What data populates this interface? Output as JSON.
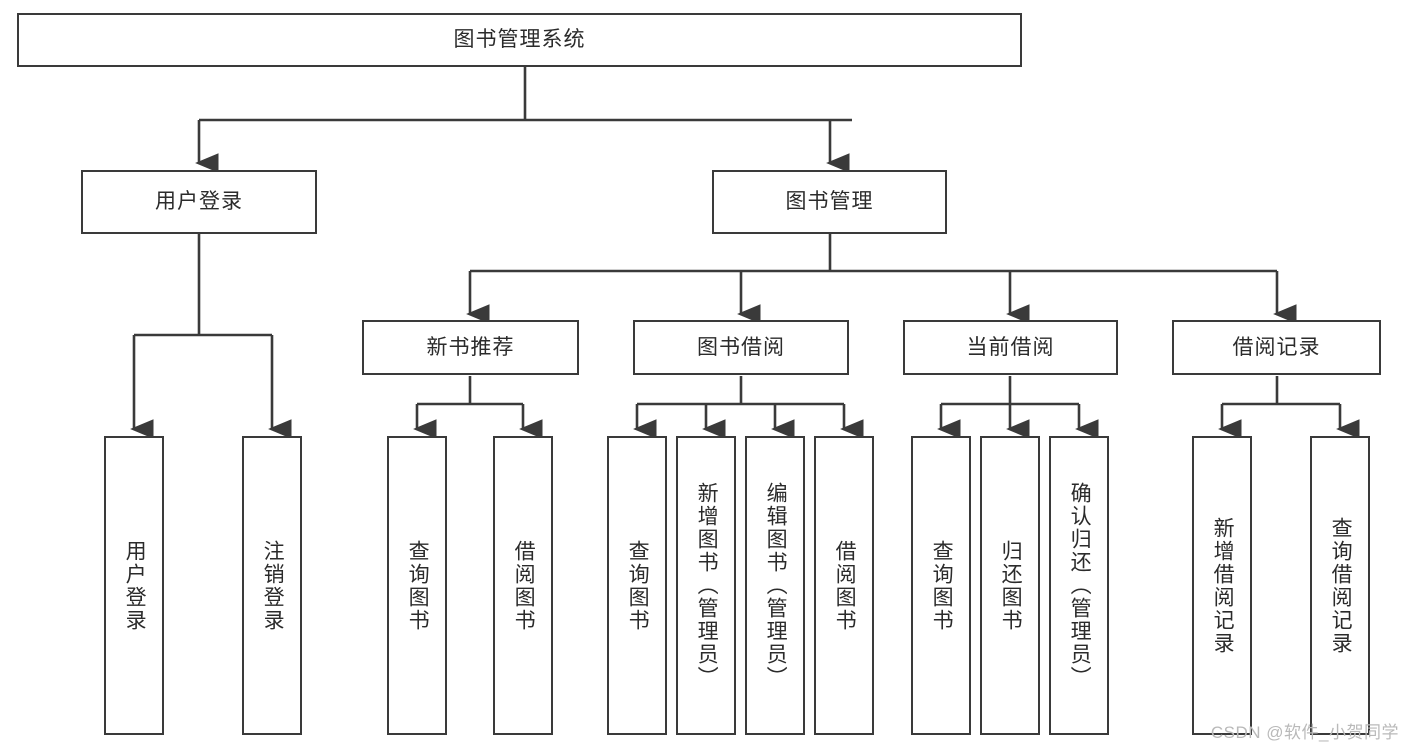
{
  "diagram": {
    "title": "图书管理系统",
    "type": "tree-hierarchy",
    "root": {
      "label": "图书管理系统"
    },
    "level1": [
      {
        "id": "user-login",
        "label": "用户登录"
      },
      {
        "id": "book-manage",
        "label": "图书管理"
      }
    ],
    "level2": [
      {
        "id": "new-book-recommend",
        "label": "新书推荐",
        "parent": "book-manage"
      },
      {
        "id": "book-borrow",
        "label": "图书借阅",
        "parent": "book-manage"
      },
      {
        "id": "current-borrow",
        "label": "当前借阅",
        "parent": "book-manage"
      },
      {
        "id": "borrow-record",
        "label": "借阅记录",
        "parent": "book-manage"
      }
    ],
    "leaves": {
      "user_login": [
        {
          "id": "leaf-user-login",
          "label": "用户登录"
        },
        {
          "id": "leaf-user-logout",
          "label": "注销登录"
        }
      ],
      "new_book_recommend": [
        {
          "id": "leaf-query-book-1",
          "label": "查询图书"
        },
        {
          "id": "leaf-borrow-book-1",
          "label": "借阅图书"
        }
      ],
      "book_borrow": [
        {
          "id": "leaf-query-book-2",
          "label": "查询图书"
        },
        {
          "id": "leaf-add-book",
          "label": "新增图书（管理员）"
        },
        {
          "id": "leaf-edit-book",
          "label": "编辑图书（管理员）"
        },
        {
          "id": "leaf-borrow-book-2",
          "label": "借阅图书"
        }
      ],
      "current_borrow": [
        {
          "id": "leaf-query-book-3",
          "label": "查询图书"
        },
        {
          "id": "leaf-return-book",
          "label": "归还图书"
        },
        {
          "id": "leaf-confirm-return",
          "label": "确认归还（管理员）"
        }
      ],
      "borrow_record": [
        {
          "id": "leaf-add-record",
          "label": "新增借阅记录"
        },
        {
          "id": "leaf-query-record",
          "label": "查询借阅记录"
        }
      ]
    },
    "watermark": "CSDN @软件_小贺同学",
    "colors": {
      "stroke": "#3a3a3a",
      "text": "#2b2b2b",
      "background": "#ffffff",
      "watermark": "#b9b9b9"
    }
  }
}
